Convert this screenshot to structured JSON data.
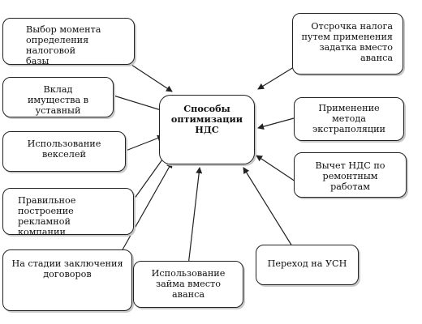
{
  "diagram": {
    "center": {
      "lines": [
        "Способы",
        "оптимизации",
        "НДС"
      ]
    },
    "methods": [
      {
        "id": "b1",
        "lines": [
          "Выбор момента",
          "определения налоговой",
          "базы"
        ]
      },
      {
        "id": "b2",
        "lines": [
          "Вклад",
          "имущества в",
          "уставный"
        ]
      },
      {
        "id": "b3",
        "lines": [
          "Использование",
          "векселей"
        ]
      },
      {
        "id": "b4",
        "lines": [
          "Правильное",
          "построение рекламной",
          "компании"
        ]
      },
      {
        "id": "b5",
        "lines": [
          "На стадии заключения",
          "договоров"
        ]
      },
      {
        "id": "b6",
        "lines": [
          "Использование",
          "займа вместо аванса"
        ]
      },
      {
        "id": "b7",
        "lines": [
          "Переход на УСН"
        ]
      },
      {
        "id": "b8",
        "lines": [
          "Отсрочка налога",
          "путем применения",
          "задатка вместо",
          "аванса"
        ]
      },
      {
        "id": "b9",
        "lines": [
          "Применение",
          "метода",
          "экстраполяции"
        ]
      },
      {
        "id": "b10",
        "lines": [
          "Вычет НДС по",
          "ремонтным работам"
        ]
      }
    ]
  },
  "colors": {
    "line": "#222222",
    "shadow": "#c8c8c8",
    "background": "#ffffff"
  }
}
